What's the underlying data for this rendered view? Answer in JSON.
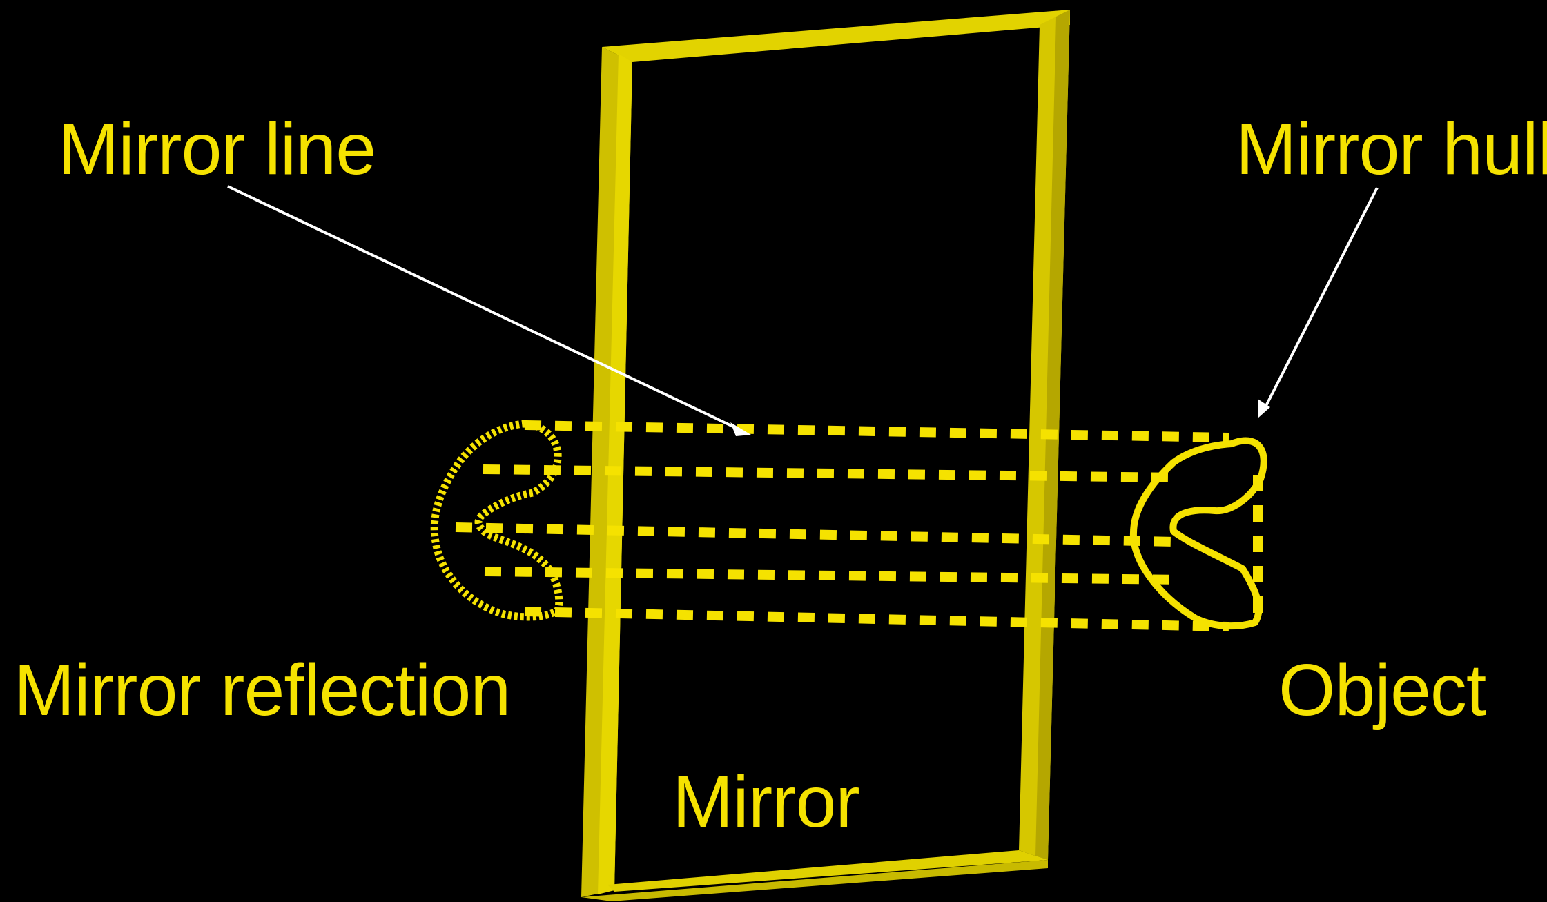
{
  "colors": {
    "background": "#000000",
    "accent": "#f5e200",
    "frame_front": "#d4c400",
    "frame_side": "#a99c00",
    "frame_light": "#e8d900",
    "arrow": "#ffffff"
  },
  "labels": {
    "mirror_line": "Mirror line",
    "mirror_hull": "Mirror hull",
    "mirror_reflection": "Mirror reflection",
    "object": "Object",
    "mirror": "Mirror"
  }
}
